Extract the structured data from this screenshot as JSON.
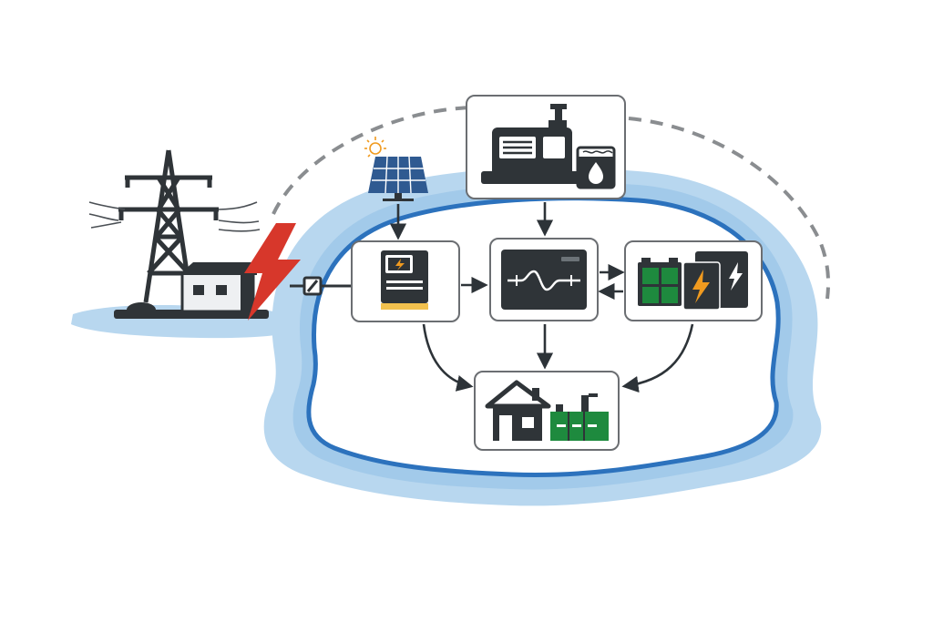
{
  "diagram": {
    "title": "",
    "colors": {
      "water": "#b8d7ef",
      "water_deep": "#8fc0e6",
      "boundary": "#2c72bd",
      "dark": "#2f3438",
      "accent_orange": "#f09a1f",
      "accent_yellow": "#f2c14e",
      "lightning_red": "#d7372b",
      "solar_blue": "#2f5a91",
      "battery_green": "#1e8a3e",
      "dashed_link": "#8a8d90"
    },
    "nodes": [
      {
        "id": "utility-grid",
        "icon": "transmission-tower-icon",
        "label": ""
      },
      {
        "id": "grid-building",
        "icon": "substation-building-icon",
        "label": ""
      },
      {
        "id": "grid-outage",
        "icon": "lightning-bolt-icon",
        "label": ""
      },
      {
        "id": "switch",
        "icon": "disconnect-switch-icon",
        "label": ""
      },
      {
        "id": "solar",
        "icon": "solar-panel-icon",
        "label": ""
      },
      {
        "id": "inverter",
        "icon": "solar-inverter-icon",
        "label": ""
      },
      {
        "id": "generator",
        "icon": "diesel-generator-icon",
        "label": ""
      },
      {
        "id": "fuel",
        "icon": "fuel-tank-icon",
        "label": ""
      },
      {
        "id": "controller",
        "icon": "microgrid-controller-icon",
        "label": ""
      },
      {
        "id": "storage",
        "icon": "battery-storage-icon",
        "label": ""
      },
      {
        "id": "loads",
        "icon": "house-and-facility-icon",
        "label": ""
      }
    ],
    "edges": [
      {
        "from": "solar",
        "to": "inverter",
        "style": "arrow"
      },
      {
        "from": "generator",
        "to": "controller",
        "style": "arrow"
      },
      {
        "from": "inverter",
        "to": "controller",
        "style": "arrow"
      },
      {
        "from": "controller",
        "to": "storage",
        "style": "bidirectional"
      },
      {
        "from": "controller",
        "to": "loads",
        "style": "arrow"
      },
      {
        "from": "inverter",
        "to": "loads",
        "style": "curved-arrow"
      },
      {
        "from": "storage",
        "to": "loads",
        "style": "curved-arrow"
      },
      {
        "from": "switch",
        "to": "inverter",
        "style": "line"
      },
      {
        "from": "utility-grid",
        "to": "storage",
        "style": "dashed-arc"
      }
    ]
  }
}
